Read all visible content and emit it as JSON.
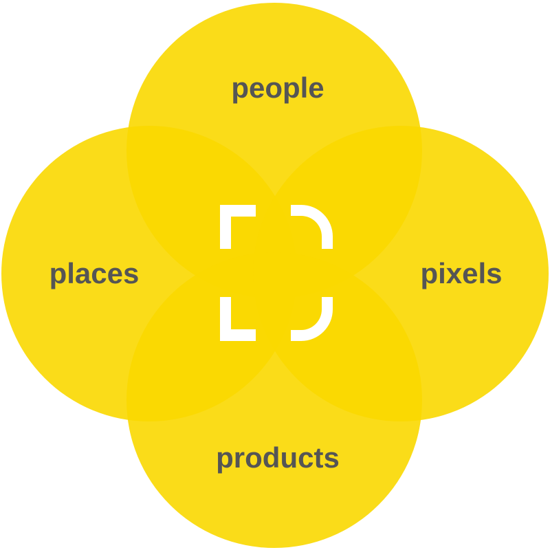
{
  "colors": {
    "petal": "#f9d800",
    "label": "#555555",
    "logo": "#ffffff"
  },
  "labels": {
    "top": "people",
    "left": "places",
    "right": "pixels",
    "bottom": "products"
  },
  "logo": {
    "icon": "bracket-d-logo-icon"
  }
}
